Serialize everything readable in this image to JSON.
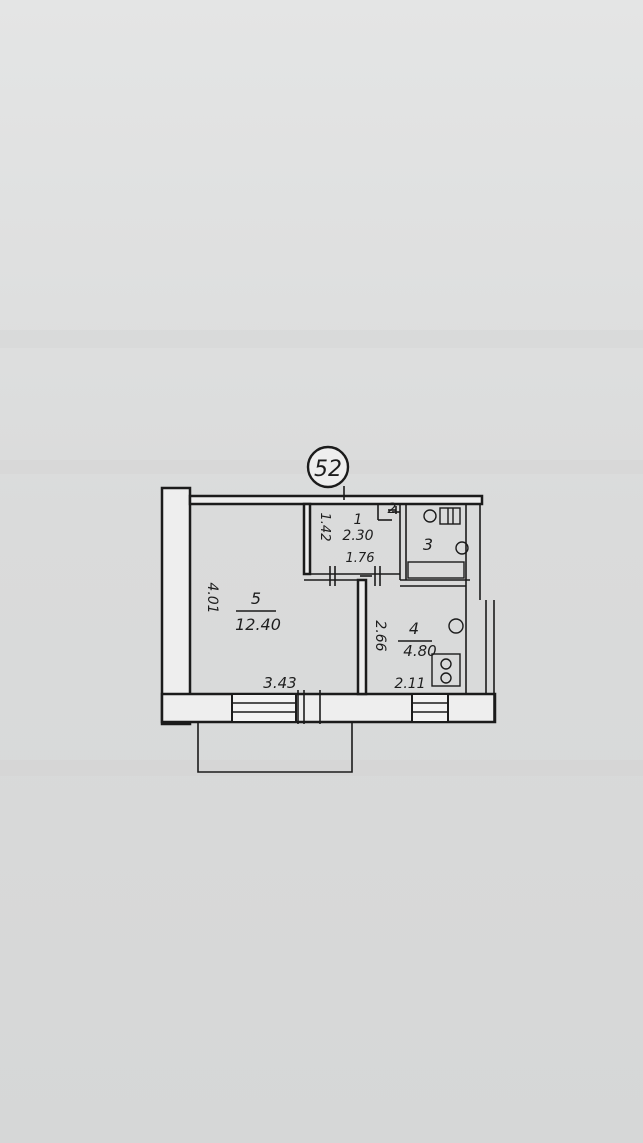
{
  "plan": {
    "apartment_number": "52",
    "rooms": [
      {
        "number": "5",
        "area": "12.40"
      },
      {
        "number": "1",
        "area": "2.30"
      },
      {
        "number": "2",
        "area": ""
      },
      {
        "number": "3",
        "area": ""
      },
      {
        "number": "4",
        "area": "4.80"
      }
    ],
    "dimensions": {
      "room5_height": "4.01",
      "room5_width": "3.43",
      "hall_height": "1.42",
      "hall_width": "1.76",
      "kitchen_height": "2.66",
      "kitchen_width": "2.11"
    }
  }
}
